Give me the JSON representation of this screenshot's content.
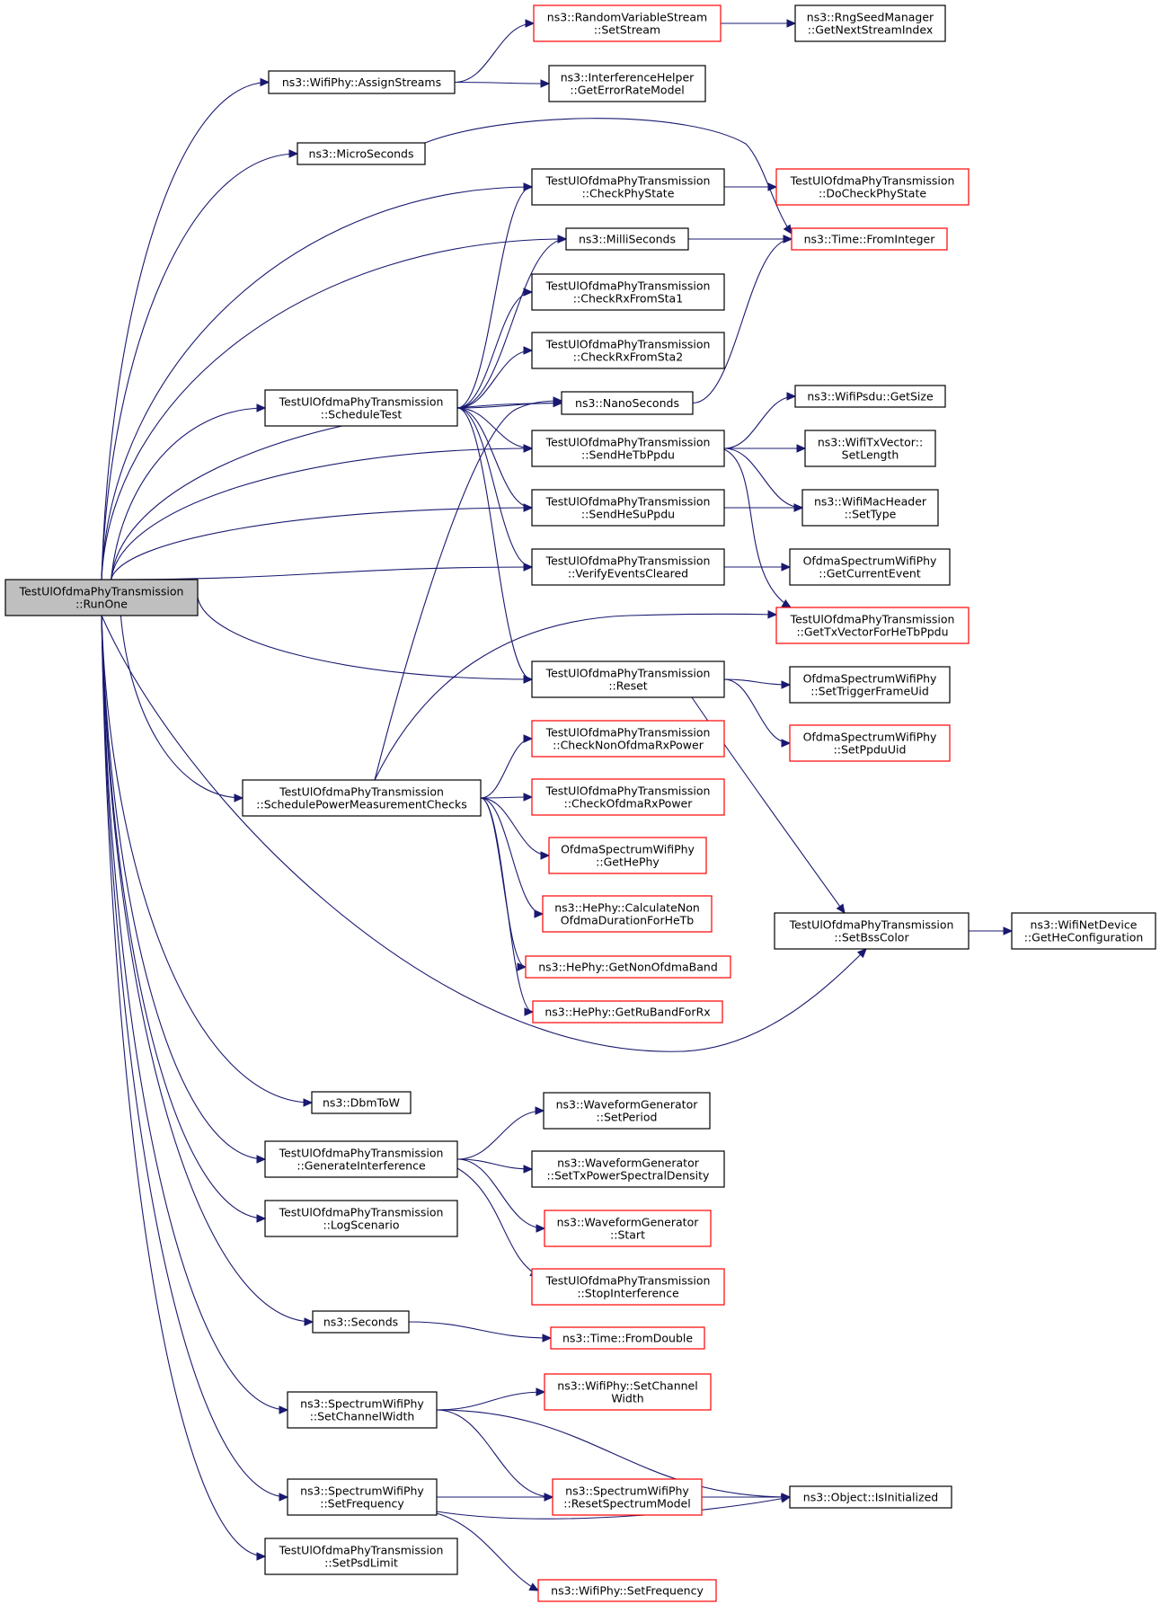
{
  "colors": {
    "edge": "#191970",
    "root_fill": "#bfbfbf",
    "node_fill": "#ffffff",
    "border_plain": "#000000",
    "border_red": "#ff0000"
  },
  "graph": {
    "nodes": [
      {
        "id": "run_one",
        "lines": [
          "TestUlOfdmaPhyTransmission",
          "::RunOne"
        ],
        "style": "root",
        "interactable": true
      },
      {
        "id": "assign_streams",
        "lines": [
          "ns3::WifiPhy::AssignStreams"
        ],
        "style": "plain",
        "interactable": true
      },
      {
        "id": "rvs_set_stream",
        "lines": [
          "ns3::RandomVariableStream",
          "::SetStream"
        ],
        "style": "red",
        "interactable": true
      },
      {
        "id": "rng_next_stream",
        "lines": [
          "ns3::RngSeedManager",
          "::GetNextStreamIndex"
        ],
        "style": "plain",
        "interactable": true
      },
      {
        "id": "get_error_rate_model",
        "lines": [
          "ns3::InterferenceHelper",
          "::GetErrorRateModel"
        ],
        "style": "plain",
        "interactable": true
      },
      {
        "id": "micro_seconds",
        "lines": [
          "ns3::MicroSeconds"
        ],
        "style": "plain",
        "interactable": true
      },
      {
        "id": "check_phy_state",
        "lines": [
          "TestUlOfdmaPhyTransmission",
          "::CheckPhyState"
        ],
        "style": "plain",
        "interactable": true
      },
      {
        "id": "do_check_phy_state",
        "lines": [
          "TestUlOfdmaPhyTransmission",
          "::DoCheckPhyState"
        ],
        "style": "red",
        "interactable": true
      },
      {
        "id": "milli_seconds",
        "lines": [
          "ns3::MilliSeconds"
        ],
        "style": "plain",
        "interactable": true
      },
      {
        "id": "time_from_integer",
        "lines": [
          "ns3::Time::FromInteger"
        ],
        "style": "red",
        "interactable": true
      },
      {
        "id": "check_rx_sta1",
        "lines": [
          "TestUlOfdmaPhyTransmission",
          "::CheckRxFromSta1"
        ],
        "style": "plain",
        "interactable": true
      },
      {
        "id": "check_rx_sta2",
        "lines": [
          "TestUlOfdmaPhyTransmission",
          "::CheckRxFromSta2"
        ],
        "style": "plain",
        "interactable": true
      },
      {
        "id": "schedule_test",
        "lines": [
          "TestUlOfdmaPhyTransmission",
          "::ScheduleTest"
        ],
        "style": "plain",
        "interactable": true
      },
      {
        "id": "nano_seconds",
        "lines": [
          "ns3::NanoSeconds"
        ],
        "style": "plain",
        "interactable": true
      },
      {
        "id": "psdu_get_size",
        "lines": [
          "ns3::WifiPsdu::GetSize"
        ],
        "style": "plain",
        "interactable": true
      },
      {
        "id": "send_he_tb_ppdu",
        "lines": [
          "TestUlOfdmaPhyTransmission",
          "::SendHeTbPpdu"
        ],
        "style": "plain",
        "interactable": true
      },
      {
        "id": "txvector_set_length",
        "lines": [
          "ns3::WifiTxVector::",
          "SetLength"
        ],
        "style": "plain",
        "interactable": true
      },
      {
        "id": "send_he_su_ppdu",
        "lines": [
          "TestUlOfdmaPhyTransmission",
          "::SendHeSuPpdu"
        ],
        "style": "plain",
        "interactable": true
      },
      {
        "id": "mac_header_set_type",
        "lines": [
          "ns3::WifiMacHeader",
          "::SetType"
        ],
        "style": "plain",
        "interactable": true
      },
      {
        "id": "verify_events_cleared",
        "lines": [
          "TestUlOfdmaPhyTransmission",
          "::VerifyEventsCleared"
        ],
        "style": "plain",
        "interactable": true
      },
      {
        "id": "get_current_event",
        "lines": [
          "OfdmaSpectrumWifiPhy",
          "::GetCurrentEvent"
        ],
        "style": "plain",
        "interactable": true
      },
      {
        "id": "get_txvector_he_tb",
        "lines": [
          "TestUlOfdmaPhyTransmission",
          "::GetTxVectorForHeTbPpdu"
        ],
        "style": "red",
        "interactable": true
      },
      {
        "id": "reset",
        "lines": [
          "TestUlOfdmaPhyTransmission",
          "::Reset"
        ],
        "style": "plain",
        "interactable": true
      },
      {
        "id": "set_trigger_frame_uid",
        "lines": [
          "OfdmaSpectrumWifiPhy",
          "::SetTriggerFrameUid"
        ],
        "style": "plain",
        "interactable": true
      },
      {
        "id": "set_ppdu_uid",
        "lines": [
          "OfdmaSpectrumWifiPhy",
          "::SetPpduUid"
        ],
        "style": "red",
        "interactable": true
      },
      {
        "id": "check_non_ofdma_rx_power",
        "lines": [
          "TestUlOfdmaPhyTransmission",
          "::CheckNonOfdmaRxPower"
        ],
        "style": "red",
        "interactable": true
      },
      {
        "id": "schedule_power_checks",
        "lines": [
          "TestUlOfdmaPhyTransmission",
          "::SchedulePowerMeasurementChecks"
        ],
        "style": "plain",
        "interactable": true
      },
      {
        "id": "check_ofdma_rx_power",
        "lines": [
          "TestUlOfdmaPhyTransmission",
          "::CheckOfdmaRxPower"
        ],
        "style": "red",
        "interactable": true
      },
      {
        "id": "get_he_phy",
        "lines": [
          "OfdmaSpectrumWifiPhy",
          "::GetHePhy"
        ],
        "style": "red",
        "interactable": true
      },
      {
        "id": "calc_non_ofdma_duration",
        "lines": [
          "ns3::HePhy::CalculateNon",
          "OfdmaDurationForHeTb"
        ],
        "style": "red",
        "interactable": true
      },
      {
        "id": "set_bss_color",
        "lines": [
          "TestUlOfdmaPhyTransmission",
          "::SetBssColor"
        ],
        "style": "plain",
        "interactable": true
      },
      {
        "id": "get_he_configuration",
        "lines": [
          "ns3::WifiNetDevice",
          "::GetHeConfiguration"
        ],
        "style": "plain",
        "interactable": true
      },
      {
        "id": "get_non_ofdma_band",
        "lines": [
          "ns3::HePhy::GetNonOfdmaBand"
        ],
        "style": "red",
        "interactable": true
      },
      {
        "id": "get_ru_band_for_rx",
        "lines": [
          "ns3::HePhy::GetRuBandForRx"
        ],
        "style": "red",
        "interactable": true
      },
      {
        "id": "dbm_to_w",
        "lines": [
          "ns3::DbmToW"
        ],
        "style": "plain",
        "interactable": true
      },
      {
        "id": "wg_set_period",
        "lines": [
          "ns3::WaveformGenerator",
          "::SetPeriod"
        ],
        "style": "plain",
        "interactable": true
      },
      {
        "id": "generate_interference",
        "lines": [
          "TestUlOfdmaPhyTransmission",
          "::GenerateInterference"
        ],
        "style": "plain",
        "interactable": true
      },
      {
        "id": "wg_set_tx_psd",
        "lines": [
          "ns3::WaveformGenerator",
          "::SetTxPowerSpectralDensity"
        ],
        "style": "plain",
        "interactable": true
      },
      {
        "id": "log_scenario",
        "lines": [
          "TestUlOfdmaPhyTransmission",
          "::LogScenario"
        ],
        "style": "plain",
        "interactable": true
      },
      {
        "id": "wg_start",
        "lines": [
          "ns3::WaveformGenerator",
          "::Start"
        ],
        "style": "red",
        "interactable": true
      },
      {
        "id": "stop_interference",
        "lines": [
          "TestUlOfdmaPhyTransmission",
          "::StopInterference"
        ],
        "style": "red",
        "interactable": true
      },
      {
        "id": "seconds",
        "lines": [
          "ns3::Seconds"
        ],
        "style": "plain",
        "interactable": true
      },
      {
        "id": "time_from_double",
        "lines": [
          "ns3::Time::FromDouble"
        ],
        "style": "red",
        "interactable": true
      },
      {
        "id": "wifi_phy_set_channel_width",
        "lines": [
          "ns3::WifiPhy::SetChannel",
          "Width"
        ],
        "style": "red",
        "interactable": true
      },
      {
        "id": "spectrum_set_channel_width",
        "lines": [
          "ns3::SpectrumWifiPhy",
          "::SetChannelWidth"
        ],
        "style": "plain",
        "interactable": true
      },
      {
        "id": "object_is_initialized",
        "lines": [
          "ns3::Object::IsInitialized"
        ],
        "style": "plain",
        "interactable": true
      },
      {
        "id": "reset_spectrum_model",
        "lines": [
          "ns3::SpectrumWifiPhy",
          "::ResetSpectrumModel"
        ],
        "style": "red",
        "interactable": true
      },
      {
        "id": "spectrum_set_frequency",
        "lines": [
          "ns3::SpectrumWifiPhy",
          "::SetFrequency"
        ],
        "style": "plain",
        "interactable": true
      },
      {
        "id": "set_psd_limit",
        "lines": [
          "TestUlOfdmaPhyTransmission",
          "::SetPsdLimit"
        ],
        "style": "plain",
        "interactable": true
      },
      {
        "id": "wifi_phy_set_frequency",
        "lines": [
          "ns3::WifiPhy::SetFrequency"
        ],
        "style": "red",
        "interactable": true
      }
    ],
    "edges": [
      [
        "run_one",
        "assign_streams"
      ],
      [
        "run_one",
        "micro_seconds"
      ],
      [
        "run_one",
        "check_phy_state"
      ],
      [
        "run_one",
        "milli_seconds"
      ],
      [
        "run_one",
        "schedule_test"
      ],
      [
        "run_one",
        "nano_seconds"
      ],
      [
        "run_one",
        "send_he_tb_ppdu"
      ],
      [
        "run_one",
        "send_he_su_ppdu"
      ],
      [
        "run_one",
        "verify_events_cleared"
      ],
      [
        "run_one",
        "reset"
      ],
      [
        "run_one",
        "schedule_power_checks"
      ],
      [
        "run_one",
        "set_bss_color"
      ],
      [
        "run_one",
        "dbm_to_w"
      ],
      [
        "run_one",
        "generate_interference"
      ],
      [
        "run_one",
        "log_scenario"
      ],
      [
        "run_one",
        "seconds"
      ],
      [
        "run_one",
        "spectrum_set_channel_width"
      ],
      [
        "run_one",
        "spectrum_set_frequency"
      ],
      [
        "run_one",
        "set_psd_limit"
      ],
      [
        "assign_streams",
        "rvs_set_stream"
      ],
      [
        "assign_streams",
        "get_error_rate_model"
      ],
      [
        "rvs_set_stream",
        "rng_next_stream"
      ],
      [
        "micro_seconds",
        "time_from_integer"
      ],
      [
        "check_phy_state",
        "do_check_phy_state"
      ],
      [
        "milli_seconds",
        "time_from_integer"
      ],
      [
        "nano_seconds",
        "time_from_integer"
      ],
      [
        "schedule_test",
        "check_phy_state"
      ],
      [
        "schedule_test",
        "milli_seconds"
      ],
      [
        "schedule_test",
        "check_rx_sta1"
      ],
      [
        "schedule_test",
        "check_rx_sta2"
      ],
      [
        "schedule_test",
        "nano_seconds"
      ],
      [
        "schedule_test",
        "send_he_tb_ppdu"
      ],
      [
        "schedule_test",
        "send_he_su_ppdu"
      ],
      [
        "schedule_test",
        "verify_events_cleared"
      ],
      [
        "schedule_test",
        "reset"
      ],
      [
        "send_he_tb_ppdu",
        "psdu_get_size"
      ],
      [
        "send_he_tb_ppdu",
        "txvector_set_length"
      ],
      [
        "send_he_tb_ppdu",
        "mac_header_set_type"
      ],
      [
        "send_he_tb_ppdu",
        "get_txvector_he_tb"
      ],
      [
        "send_he_su_ppdu",
        "mac_header_set_type"
      ],
      [
        "verify_events_cleared",
        "get_current_event"
      ],
      [
        "reset",
        "set_trigger_frame_uid"
      ],
      [
        "reset",
        "set_ppdu_uid"
      ],
      [
        "reset",
        "set_bss_color"
      ],
      [
        "set_bss_color",
        "get_he_configuration"
      ],
      [
        "schedule_power_checks",
        "nano_seconds"
      ],
      [
        "schedule_power_checks",
        "get_txvector_he_tb"
      ],
      [
        "schedule_power_checks",
        "check_non_ofdma_rx_power"
      ],
      [
        "schedule_power_checks",
        "check_ofdma_rx_power"
      ],
      [
        "schedule_power_checks",
        "get_he_phy"
      ],
      [
        "schedule_power_checks",
        "calc_non_ofdma_duration"
      ],
      [
        "schedule_power_checks",
        "get_non_ofdma_band"
      ],
      [
        "schedule_power_checks",
        "get_ru_band_for_rx"
      ],
      [
        "generate_interference",
        "wg_set_period"
      ],
      [
        "generate_interference",
        "wg_set_tx_psd"
      ],
      [
        "generate_interference",
        "wg_start"
      ],
      [
        "generate_interference",
        "stop_interference"
      ],
      [
        "seconds",
        "time_from_double"
      ],
      [
        "spectrum_set_channel_width",
        "wifi_phy_set_channel_width"
      ],
      [
        "spectrum_set_channel_width",
        "reset_spectrum_model"
      ],
      [
        "spectrum_set_channel_width",
        "object_is_initialized"
      ],
      [
        "spectrum_set_frequency",
        "reset_spectrum_model"
      ],
      [
        "spectrum_set_frequency",
        "object_is_initialized"
      ],
      [
        "spectrum_set_frequency",
        "wifi_phy_set_frequency"
      ],
      [
        "reset_spectrum_model",
        "object_is_initialized"
      ]
    ]
  }
}
